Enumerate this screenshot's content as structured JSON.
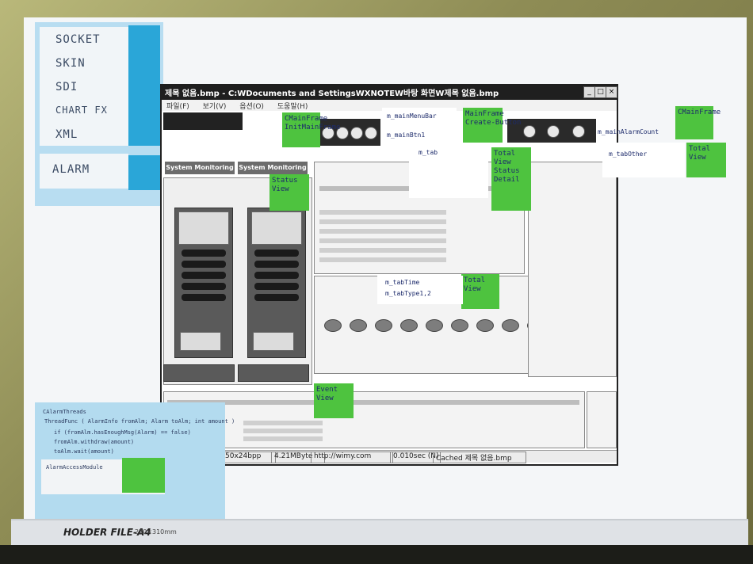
{
  "left_note": {
    "items": [
      "SOCKET",
      "SKIN",
      "SDI",
      "CHART FX",
      "XML"
    ],
    "alarm": "ALARM"
  },
  "window": {
    "title": "제목 없음.bmp - C:WDocuments and SettingsWXNOTEW바탕 화면W제목 없음.bmp",
    "menu": [
      "파일(F)",
      "보기(V)",
      "옵션(O)",
      "도움말(H)"
    ],
    "buttons": {
      "minimize": "_",
      "maximize": "□",
      "close": "×"
    }
  },
  "screen_content": {
    "system_tab_1": "System Monitoring",
    "system_tab_2": "System Monitoring"
  },
  "sticky_notes": {
    "mainframe_initmainframe": "CMainFrame\nInitMainFrame",
    "mainframe_create": "MainFrame\nCreate-Button",
    "mainframe_right": "CMainFrame",
    "total_view_right": "Total\nView",
    "status_view": "Status\nView",
    "total_view_status": "Total\nView\nStatus\nDetail",
    "total_view_mid": "Total\nView",
    "event_view": "Event\nView",
    "alarm_module": ""
  },
  "annotations": {
    "m_mainmenubar": "m_mainMenuBar",
    "m_mainbtn": "m_mainBtn1",
    "m_tab": "m_tab",
    "m_tab_other": "m_tabOther",
    "m_mainalarmcount": "m_mainAlarmCount",
    "m_tabtime": "m_tabTime",
    "m_tabtype": "m_tabType1,2"
  },
  "blue_note": {
    "lines": [
      "CAlarmThreads",
      "ThreadFunc ( AlarmInfo fromAlm; Alarm toAlm; int amount )",
      "if (fromAlm.hasEnoughMsg(Alarm) == false)",
      "fromAlm.withdraw(amount)",
      "toAlm.wait(amount)"
    ],
    "module_label": "AlarmAccessModule"
  },
  "statusbar": {
    "cells": [
      "50x24bpp",
      "4.21MByte",
      "http://wimy.com",
      "0.010sec (N)",
      "Cached 제목 없음.bmp"
    ]
  },
  "folder": {
    "label": "HOLDER FILE-A4",
    "sub": "220×310mm"
  },
  "colors": {
    "sticky_green": "#4ec33f",
    "note_blue": "#b8ddf1",
    "tab_blue": "#2aa6d8",
    "paper": "#f4f6f8"
  }
}
